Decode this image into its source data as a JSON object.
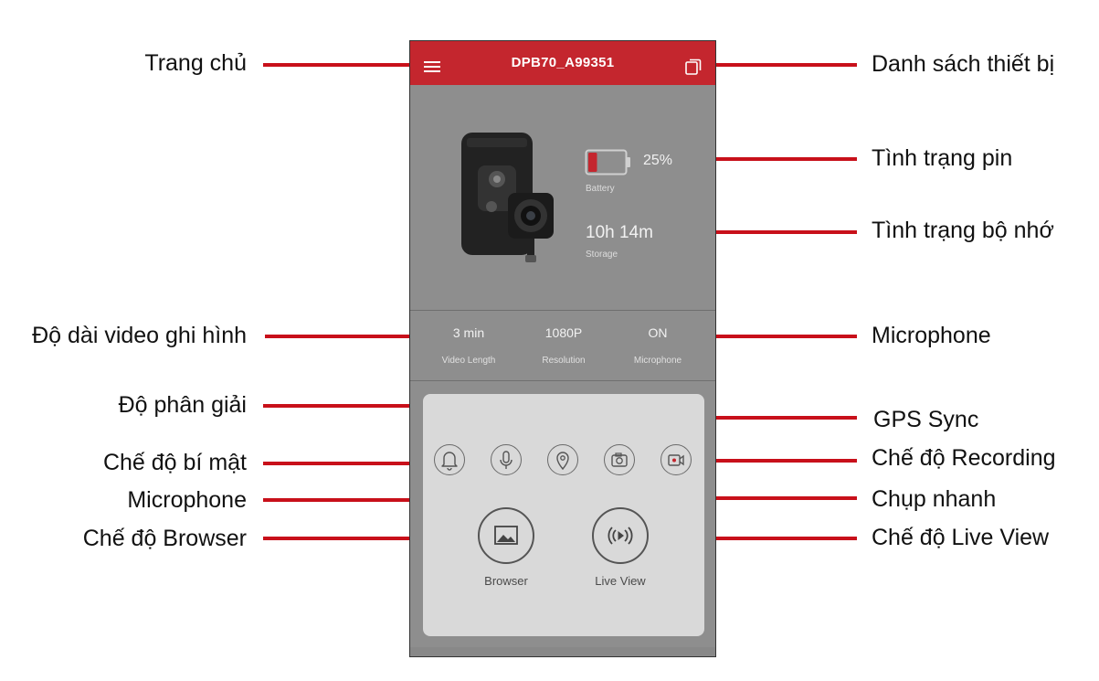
{
  "app": {
    "title": "DPB70_A99351"
  },
  "status": {
    "battery_value": "25%",
    "battery_label": "Battery",
    "battery_level": 0.25,
    "storage_value": "10h 14m",
    "storage_label": "Storage"
  },
  "stats": [
    {
      "value": "3 min",
      "label": "Video Length"
    },
    {
      "value": "1080P",
      "label": "Resolution"
    },
    {
      "value": "ON",
      "label": "Microphone"
    }
  ],
  "mode_buttons": [
    {
      "icon": "bell-icon"
    },
    {
      "icon": "microphone-icon"
    },
    {
      "icon": "location-pin-icon"
    },
    {
      "icon": "camera-icon"
    },
    {
      "icon": "video-record-icon"
    }
  ],
  "browser_label": "Browser",
  "liveview_label": "Live View",
  "callouts": {
    "home": "Trang  chủ",
    "device_list": "Danh sách thiết bị",
    "battery": "Tình trạng pin",
    "storage": "Tình trạng bộ nhớ",
    "video_length": "Độ dài video ghi hình",
    "microphone_status": "Microphone",
    "resolution": "Độ  phân  giải",
    "gps": "GPS Sync",
    "stealth": "Chế  độ  bí  mật",
    "recording": "Chế độ Recording",
    "microphone_button": "Microphone",
    "snapshot": "Chụp nhanh",
    "browser": "Chế  độ  Browser",
    "liveview": "Chế độ Live View"
  },
  "colors": {
    "appbar": "#c4262e",
    "callout_line": "#c8101a",
    "screen_bg": "#8e8e8e",
    "panel_bg": "#d9d9d9"
  }
}
